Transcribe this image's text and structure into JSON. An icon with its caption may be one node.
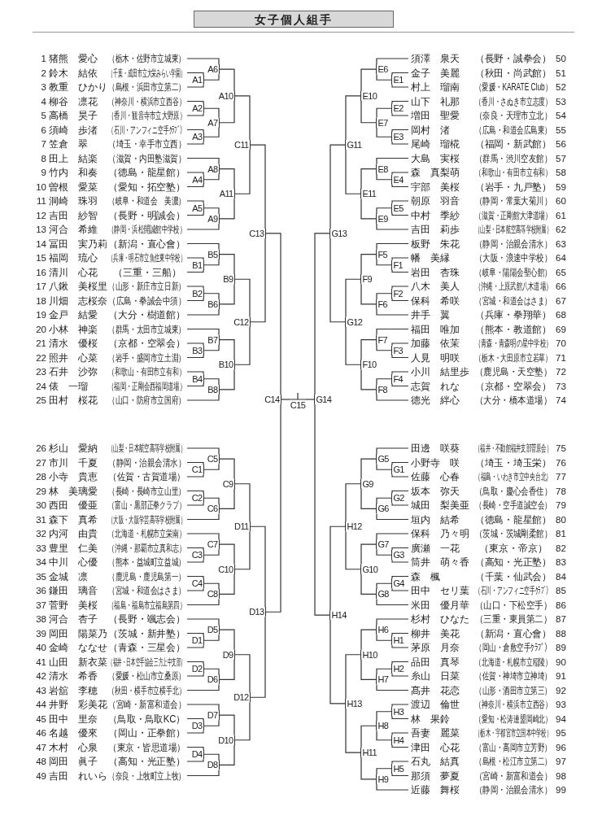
{
  "diagram": {
    "title": "女子個人組手",
    "nodes": [
      {
        "text": [
          "1",
          "猪熊　愛心",
          "（栃木・佐野市立城東）"
        ]
      },
      {
        "text": [
          "2",
          "鈴木　結依",
          "（千葉・成田市立大栄みらい学園）"
        ]
      },
      {
        "text": [
          "3",
          "教重　ひかり",
          "（島根・浜田市立第二）"
        ]
      },
      {
        "text": [
          "4",
          "柳谷　凛花",
          "（神奈川・横浜市立西谷）"
        ]
      },
      {
        "text": [
          "5",
          "高橋　昊子",
          "（香川・観音寺市立大野原）"
        ]
      },
      {
        "text": [
          "6",
          "須崎　歩渚",
          "（石川・アンフィニ空手ｸﾗﾌﾞ）"
        ]
      },
      {
        "text": [
          "7",
          "笠倉　翠",
          "（埼玉・幸手市立西）"
        ]
      },
      {
        "text": [
          "8",
          "田上　結楽",
          "（滋賀・内田塾滋賀）"
        ]
      },
      {
        "text": [
          "9",
          "竹内　和奏",
          "（徳島・龍星館）"
        ]
      },
      {
        "text": [
          "10",
          "曽根　愛菜",
          "（愛知・拓空塾）"
        ]
      },
      {
        "text": [
          "11",
          "洞崎　珠羽",
          "（岐阜・和道会　美濃）"
        ]
      },
      {
        "text": [
          "12",
          "吉田　紗智",
          "（長野・明誠会）"
        ]
      },
      {
        "text": [
          "13",
          "河合　希維",
          "（静岡・浜松開誠館中学校）"
        ]
      },
      {
        "text": [
          "14",
          "冨田　実乃莉",
          "（新潟・直心會）"
        ]
      },
      {
        "text": [
          "15",
          "福岡　琉心",
          "（兵庫・明石市立魚住東中学校）"
        ]
      },
      {
        "text": [
          "16",
          "清川　心花",
          "（三重・三船）"
        ]
      },
      {
        "text": [
          "17",
          "八鍬　美桜里",
          "（山形・新庄市立日新）"
        ]
      },
      {
        "text": [
          "18",
          "川畑　志桜奈",
          "（広島・拳誠会中須）"
        ]
      },
      {
        "text": [
          "19",
          "金戸　結愛",
          "（大分・樹道館）"
        ]
      },
      {
        "text": [
          "20",
          "小林　神楽",
          "（群馬・太田市立城東）"
        ]
      },
      {
        "text": [
          "21",
          "清水　優桜",
          "（京都・空翠会）"
        ]
      },
      {
        "text": [
          "22",
          "照井　心菜",
          "（岩手・盛岡市立土淵）"
        ]
      },
      {
        "text": [
          "23",
          "石井　沙弥",
          "（和歌山・有田市立有和）"
        ]
      },
      {
        "text": [
          "24",
          "俵　一瑠",
          "（福岡・正剛会西福岡道場）"
        ]
      },
      {
        "text": [
          "25",
          "田村　桜花",
          "（山口・防府市立国府）"
        ]
      },
      {
        "text": [
          "26",
          "杉山　愛納",
          "（山梨・日本航空高等学校附属）"
        ]
      },
      {
        "text": [
          "27",
          "市川　千夏",
          "（静岡・治親会清水）"
        ]
      },
      {
        "text": [
          "28",
          "小寺　貴恵",
          "（佐賀・古賀道場）"
        ]
      },
      {
        "text": [
          "29",
          "林　美璃愛",
          "（長崎・長崎市立山里）"
        ]
      },
      {
        "text": [
          "30",
          "西田　優亜",
          "（富山・黒部正拳クラブ）"
        ]
      },
      {
        "text": [
          "31",
          "森下　真希",
          "（大阪・大阪学芸高等学校附属）"
        ]
      },
      {
        "text": [
          "32",
          "内河　由貴",
          "（北海道・札幌市立栄南）"
        ]
      },
      {
        "text": [
          "33",
          "豊里　仁美",
          "（沖縄・那覇市立真和志）"
        ]
      },
      {
        "text": [
          "34",
          "中川　心優",
          "（熊本・益城町立益城）"
        ]
      },
      {
        "text": [
          "35",
          "金城　凛",
          "（鹿児島・鹿児島第一）"
        ]
      },
      {
        "text": [
          "36",
          "鎌田　璃音",
          "（宮城・和道会はさま）"
        ]
      },
      {
        "text": [
          "37",
          "菅野　美桜",
          "（福島・福島市立福島第四）"
        ]
      },
      {
        "text": [
          "38",
          "河合　杏子",
          "（長野・颯志会）"
        ]
      },
      {
        "text": [
          "39",
          "岡田　陽菜乃",
          "（茨城・新井塾）"
        ]
      },
      {
        "text": [
          "40",
          "金崎　ななせ",
          "（青森・三星会）"
        ]
      },
      {
        "text": [
          "41",
          "山田　新衣菜",
          "（福井・日本空手協会三方上中支部）"
        ]
      },
      {
        "text": [
          "42",
          "清水　希香",
          "（愛媛・松山市立桑原）"
        ]
      },
      {
        "text": [
          "43",
          "岩舘　李穂",
          "（秋田・横手市立横手北）"
        ]
      },
      {
        "text": [
          "44",
          "井野　彩美花",
          "（宮崎・新富和道会）"
        ]
      },
      {
        "text": [
          "45",
          "田中　里奈",
          "（鳥取・鳥取KC）"
        ]
      },
      {
        "text": [
          "46",
          "名越　優來",
          "（岡山・正拳館）"
        ]
      },
      {
        "text": [
          "47",
          "木村　心泉",
          "（東京・皆思道場）"
        ]
      },
      {
        "text": [
          "48",
          "岡田　眞子",
          "（高知・光正塾）"
        ]
      },
      {
        "text": [
          "49",
          "吉田　れいら",
          "（奈良・上牧町立上牧）"
        ]
      },
      {
        "text": [
          "須澤　泉天",
          "（長野・誠拳会）",
          "50"
        ]
      },
      {
        "text": [
          "金子　美麗",
          "（秋田・尚武館）",
          "51"
        ]
      },
      {
        "text": [
          "村上　瑠南",
          "（愛媛・KARATE Club）",
          "52"
        ]
      },
      {
        "text": [
          "山下　礼那",
          "（香川・さぬき市立志度）",
          "53"
        ]
      },
      {
        "text": [
          "増田　聖愛",
          "（奈良・天理市立北）",
          "54"
        ]
      },
      {
        "text": [
          "岡村　渚",
          "（広島・和道会広島東）",
          "55"
        ]
      },
      {
        "text": [
          "尾崎　瑠椛",
          "（福岡・新武館）",
          "56"
        ]
      },
      {
        "text": [
          "大島　実桜",
          "（群馬・渋川空友館）",
          "57"
        ]
      },
      {
        "text": [
          "森　真梨萌",
          "（和歌山・有田市立有和）",
          "58"
        ]
      },
      {
        "text": [
          "宇部　美桜",
          "（岩手・九戸塾）",
          "59"
        ]
      },
      {
        "text": [
          "朝原　羽音",
          "（静岡・常葉大菊川）",
          "60"
        ]
      },
      {
        "text": [
          "中村　季紗",
          "（滋賀・正剛館大津道場）",
          "61"
        ]
      },
      {
        "text": [
          "吉田　莉歩",
          "（山梨・日本航空高等学校附属）",
          "62"
        ]
      },
      {
        "text": [
          "板野　朱花",
          "（静岡・治親会清水）",
          "63"
        ]
      },
      {
        "text": [
          "幡　美縁",
          "（大阪・浪速中学校）",
          "64"
        ]
      },
      {
        "text": [
          "岩田　杏珠",
          "（岐阜・陽陽会聖心館）",
          "65"
        ]
      },
      {
        "text": [
          "八木　美人",
          "（沖縄・上原武館八木道場）",
          "66"
        ]
      },
      {
        "text": [
          "保科　希咲",
          "（宮城・和道会はさま）",
          "67"
        ]
      },
      {
        "text": [
          "井手　翼",
          "（兵庫・拳翔華）",
          "68"
        ]
      },
      {
        "text": [
          "福田　唯加",
          "（熊本・教道館）",
          "69"
        ]
      },
      {
        "text": [
          "加藤　依茉",
          "（青森・青森明の星中学校）",
          "70"
        ]
      },
      {
        "text": [
          "人見　明咲",
          "（栃木・大田原市立若草）",
          "71"
        ]
      },
      {
        "text": [
          "小川　結里歩",
          "（鹿児島・天空塾）",
          "72"
        ]
      },
      {
        "text": [
          "志賀　れな",
          "（京都・空翠会）",
          "73"
        ]
      },
      {
        "text": [
          "徳光　絆心",
          "（大分・橋本道場）",
          "74"
        ]
      },
      {
        "text": [
          "田邊　咲葵",
          "（福井・不動館福井支部菅原会）",
          "75"
        ]
      },
      {
        "text": [
          "小野寺　咲",
          "（埼玉・埼玉栄）",
          "76"
        ]
      },
      {
        "text": [
          "佐藤　心春",
          "（福島・いわき市立中央台北）",
          "77"
        ]
      },
      {
        "text": [
          "坂本　弥天",
          "（鳥取・慶心会香住）",
          "78"
        ]
      },
      {
        "text": [
          "城田　梨美亜",
          "（長崎・空手道誠空会）",
          "79"
        ]
      },
      {
        "text": [
          "垣内　結希",
          "（徳島・龍星館）",
          "80"
        ]
      },
      {
        "text": [
          "保科　乃々明",
          "（茨城・茨城剛柔館）",
          "81"
        ]
      },
      {
        "text": [
          "廣瀬　一花",
          "（東京・帝京）",
          "82"
        ]
      },
      {
        "text": [
          "筒井　萌々香",
          "（高知・光正塾）",
          "83"
        ]
      },
      {
        "text": [
          "森　楓",
          "（千葉・仙武会）",
          "84"
        ]
      },
      {
        "text": [
          "田中　セリ葉",
          "（石川・アンフィニ空手ｸﾗﾌﾞ）",
          "85"
        ]
      },
      {
        "text": [
          "米田　優月華",
          "（山口・下松空手）",
          "86"
        ]
      },
      {
        "text": [
          "杉村　ひなた",
          "（三重・東員第二）",
          "87"
        ]
      },
      {
        "text": [
          "柳井　美花",
          "（新潟・直心會）",
          "88"
        ]
      },
      {
        "text": [
          "茅原　月奈",
          "（岡山・倉敷空手ｸﾗﾌﾞ）",
          "89"
        ]
      },
      {
        "text": [
          "品田　真琴",
          "（北海道・札幌市立稲陵）",
          "90"
        ]
      },
      {
        "text": [
          "糸山　日菜",
          "（佐賀・神埼市立神埼）",
          "91"
        ]
      },
      {
        "text": [
          "髙井　花恋",
          "（山形・酒田市立第三）",
          "92"
        ]
      },
      {
        "text": [
          "渡辺　倫世",
          "（神奈川・横浜市立西谷）",
          "93"
        ]
      },
      {
        "text": [
          "林　果鈴",
          "（愛知・松涛連盟岡崎北）",
          "94"
        ]
      },
      {
        "text": [
          "吾妻　麗菜",
          "（栃木・宇都宮市立国本中学校）",
          "95"
        ]
      },
      {
        "text": [
          "津田　心花",
          "（富山・高岡市立芳野）",
          "96"
        ]
      },
      {
        "text": [
          "石丸　結真",
          "（島根・松江市立第二）",
          "97"
        ]
      },
      {
        "text": [
          "那須　夢夏",
          "（宮崎・新富和道会）",
          "98"
        ]
      },
      {
        "text": [
          "近藤　舞桜",
          "（静岡・治親会清水）",
          "99"
        ]
      },
      {
        "text": [
          "A1"
        ]
      },
      {
        "text": [
          "A2"
        ]
      },
      {
        "text": [
          "A3"
        ]
      },
      {
        "text": [
          "A4"
        ]
      },
      {
        "text": [
          "A5"
        ]
      },
      {
        "text": [
          "A6"
        ]
      },
      {
        "text": [
          "A7"
        ]
      },
      {
        "text": [
          "A8"
        ]
      },
      {
        "text": [
          "A9"
        ]
      },
      {
        "text": [
          "A10"
        ]
      },
      {
        "text": [
          "A11"
        ]
      },
      {
        "text": [
          "B1"
        ]
      },
      {
        "text": [
          "B2"
        ]
      },
      {
        "text": [
          "B3"
        ]
      },
      {
        "text": [
          "B4"
        ]
      },
      {
        "text": [
          "B5"
        ]
      },
      {
        "text": [
          "B6"
        ]
      },
      {
        "text": [
          "B7"
        ]
      },
      {
        "text": [
          "B8"
        ]
      },
      {
        "text": [
          "B9"
        ]
      },
      {
        "text": [
          "B10"
        ]
      },
      {
        "text": [
          "C1"
        ]
      },
      {
        "text": [
          "C2"
        ]
      },
      {
        "text": [
          "C3"
        ]
      },
      {
        "text": [
          "C4"
        ]
      },
      {
        "text": [
          "C5"
        ]
      },
      {
        "text": [
          "C6"
        ]
      },
      {
        "text": [
          "C7"
        ]
      },
      {
        "text": [
          "C8"
        ]
      },
      {
        "text": [
          "C9"
        ]
      },
      {
        "text": [
          "C10"
        ]
      },
      {
        "text": [
          "C11"
        ]
      },
      {
        "text": [
          "C12"
        ]
      },
      {
        "text": [
          "C13"
        ]
      },
      {
        "text": [
          "C14"
        ]
      },
      {
        "text": [
          "C15"
        ]
      },
      {
        "text": [
          "D1"
        ]
      },
      {
        "text": [
          "D2"
        ]
      },
      {
        "text": [
          "D3"
        ]
      },
      {
        "text": [
          "D4"
        ]
      },
      {
        "text": [
          "D5"
        ]
      },
      {
        "text": [
          "D6"
        ]
      },
      {
        "text": [
          "D7"
        ]
      },
      {
        "text": [
          "D8"
        ]
      },
      {
        "text": [
          "D9"
        ]
      },
      {
        "text": [
          "D10"
        ]
      },
      {
        "text": [
          "D11"
        ]
      },
      {
        "text": [
          "D12"
        ]
      },
      {
        "text": [
          "D13"
        ]
      },
      {
        "text": [
          "E1"
        ]
      },
      {
        "text": [
          "E2"
        ]
      },
      {
        "text": [
          "E3"
        ]
      },
      {
        "text": [
          "E4"
        ]
      },
      {
        "text": [
          "E5"
        ]
      },
      {
        "text": [
          "E6"
        ]
      },
      {
        "text": [
          "E7"
        ]
      },
      {
        "text": [
          "E8"
        ]
      },
      {
        "text": [
          "E9"
        ]
      },
      {
        "text": [
          "E10"
        ]
      },
      {
        "text": [
          "E11"
        ]
      },
      {
        "text": [
          "F1"
        ]
      },
      {
        "text": [
          "F2"
        ]
      },
      {
        "text": [
          "F3"
        ]
      },
      {
        "text": [
          "F4"
        ]
      },
      {
        "text": [
          "F5"
        ]
      },
      {
        "text": [
          "F6"
        ]
      },
      {
        "text": [
          "F7"
        ]
      },
      {
        "text": [
          "F8"
        ]
      },
      {
        "text": [
          "F9"
        ]
      },
      {
        "text": [
          "F10"
        ]
      },
      {
        "text": [
          "G1"
        ]
      },
      {
        "text": [
          "G2"
        ]
      },
      {
        "text": [
          "G3"
        ]
      },
      {
        "text": [
          "G4"
        ]
      },
      {
        "text": [
          "G5"
        ]
      },
      {
        "text": [
          "G6"
        ]
      },
      {
        "text": [
          "G7"
        ]
      },
      {
        "text": [
          "G8"
        ]
      },
      {
        "text": [
          "G9"
        ]
      },
      {
        "text": [
          "G10"
        ]
      },
      {
        "text": [
          "G11"
        ]
      },
      {
        "text": [
          "G12"
        ]
      },
      {
        "text": [
          "G13"
        ]
      },
      {
        "text": [
          "G14"
        ]
      },
      {
        "text": [
          "H1"
        ]
      },
      {
        "text": [
          "H2"
        ]
      },
      {
        "text": [
          "H3"
        ]
      },
      {
        "text": [
          "H4"
        ]
      },
      {
        "text": [
          "H5"
        ]
      },
      {
        "text": [
          "H6"
        ]
      },
      {
        "text": [
          "H7"
        ]
      },
      {
        "text": [
          "H8"
        ]
      },
      {
        "text": [
          "H9"
        ]
      },
      {
        "text": [
          "H10"
        ]
      },
      {
        "text": [
          "H11"
        ]
      },
      {
        "text": [
          "H12"
        ]
      },
      {
        "text": [
          "H13"
        ]
      },
      {
        "text": [
          "H14"
        ]
      }
    ],
    "edges": [
      {
        "from": 0,
        "to": 104,
        "arrow": "none"
      },
      {
        "from": 1,
        "to": 99,
        "arrow": "none"
      },
      {
        "from": 2,
        "to": 99,
        "arrow": "none"
      },
      {
        "from": 3,
        "to": 100,
        "arrow": "none"
      },
      {
        "from": 4,
        "to": 100,
        "arrow": "none"
      },
      {
        "from": 5,
        "to": 101,
        "arrow": "none"
      },
      {
        "from": 6,
        "to": 101,
        "arrow": "none"
      },
      {
        "from": 7,
        "to": 106,
        "arrow": "none"
      },
      {
        "from": 8,
        "to": 102,
        "arrow": "none"
      },
      {
        "from": 9,
        "to": 102,
        "arrow": "none"
      },
      {
        "from": 10,
        "to": 103,
        "arrow": "none"
      },
      {
        "from": 11,
        "to": 103,
        "arrow": "none"
      },
      {
        "from": 12,
        "to": 107,
        "arrow": "none"
      },
      {
        "from": 99,
        "to": 104,
        "arrow": "none"
      },
      {
        "from": 100,
        "to": 105,
        "arrow": "none"
      },
      {
        "from": 101,
        "to": 105,
        "arrow": "none"
      },
      {
        "from": 102,
        "to": 106,
        "arrow": "none"
      },
      {
        "from": 103,
        "to": 107,
        "arrow": "none"
      },
      {
        "from": 104,
        "to": 108,
        "arrow": "none"
      },
      {
        "from": 105,
        "to": 108,
        "arrow": "none"
      },
      {
        "from": 106,
        "to": 109,
        "arrow": "none"
      },
      {
        "from": 107,
        "to": 109,
        "arrow": "none"
      },
      {
        "from": 108,
        "to": 130,
        "arrow": "none"
      },
      {
        "from": 109,
        "to": 130,
        "arrow": "none"
      },
      {
        "from": 13,
        "to": 114,
        "arrow": "none"
      },
      {
        "from": 14,
        "to": 110,
        "arrow": "none"
      },
      {
        "from": 15,
        "to": 110,
        "arrow": "none"
      },
      {
        "from": 16,
        "to": 111,
        "arrow": "none"
      },
      {
        "from": 17,
        "to": 111,
        "arrow": "none"
      },
      {
        "from": 18,
        "to": 115,
        "arrow": "none"
      },
      {
        "from": 19,
        "to": 116,
        "arrow": "none"
      },
      {
        "from": 20,
        "to": 112,
        "arrow": "none"
      },
      {
        "from": 21,
        "to": 112,
        "arrow": "none"
      },
      {
        "from": 22,
        "to": 113,
        "arrow": "none"
      },
      {
        "from": 23,
        "to": 113,
        "arrow": "none"
      },
      {
        "from": 24,
        "to": 117,
        "arrow": "none"
      },
      {
        "from": 110,
        "to": 114,
        "arrow": "none"
      },
      {
        "from": 111,
        "to": 115,
        "arrow": "none"
      },
      {
        "from": 112,
        "to": 116,
        "arrow": "none"
      },
      {
        "from": 113,
        "to": 117,
        "arrow": "none"
      },
      {
        "from": 114,
        "to": 118,
        "arrow": "none"
      },
      {
        "from": 115,
        "to": 118,
        "arrow": "none"
      },
      {
        "from": 116,
        "to": 119,
        "arrow": "none"
      },
      {
        "from": 117,
        "to": 119,
        "arrow": "none"
      },
      {
        "from": 118,
        "to": 131,
        "arrow": "none"
      },
      {
        "from": 119,
        "to": 131,
        "arrow": "none"
      },
      {
        "from": 130,
        "to": 132,
        "arrow": "none"
      },
      {
        "from": 131,
        "to": 132,
        "arrow": "none"
      },
      {
        "from": 132,
        "to": 133,
        "arrow": "none"
      },
      {
        "from": 25,
        "to": 124,
        "arrow": "none"
      },
      {
        "from": 26,
        "to": 120,
        "arrow": "none"
      },
      {
        "from": 27,
        "to": 120,
        "arrow": "none"
      },
      {
        "from": 28,
        "to": 121,
        "arrow": "none"
      },
      {
        "from": 29,
        "to": 121,
        "arrow": "none"
      },
      {
        "from": 30,
        "to": 125,
        "arrow": "none"
      },
      {
        "from": 31,
        "to": 126,
        "arrow": "none"
      },
      {
        "from": 32,
        "to": 122,
        "arrow": "none"
      },
      {
        "from": 33,
        "to": 122,
        "arrow": "none"
      },
      {
        "from": 34,
        "to": 123,
        "arrow": "none"
      },
      {
        "from": 35,
        "to": 123,
        "arrow": "none"
      },
      {
        "from": 36,
        "to": 127,
        "arrow": "none"
      },
      {
        "from": 120,
        "to": 124,
        "arrow": "none"
      },
      {
        "from": 121,
        "to": 125,
        "arrow": "none"
      },
      {
        "from": 122,
        "to": 126,
        "arrow": "none"
      },
      {
        "from": 123,
        "to": 127,
        "arrow": "none"
      },
      {
        "from": 124,
        "to": 128,
        "arrow": "none"
      },
      {
        "from": 125,
        "to": 128,
        "arrow": "none"
      },
      {
        "from": 126,
        "to": 129,
        "arrow": "none"
      },
      {
        "from": 127,
        "to": 129,
        "arrow": "none"
      },
      {
        "from": 128,
        "to": 145,
        "arrow": "none"
      },
      {
        "from": 129,
        "to": 145,
        "arrow": "none"
      },
      {
        "from": 37,
        "to": 139,
        "arrow": "none"
      },
      {
        "from": 38,
        "to": 135,
        "arrow": "none"
      },
      {
        "from": 39,
        "to": 135,
        "arrow": "none"
      },
      {
        "from": 40,
        "to": 136,
        "arrow": "none"
      },
      {
        "from": 41,
        "to": 136,
        "arrow": "none"
      },
      {
        "from": 42,
        "to": 140,
        "arrow": "none"
      },
      {
        "from": 43,
        "to": 141,
        "arrow": "none"
      },
      {
        "from": 44,
        "to": 137,
        "arrow": "none"
      },
      {
        "from": 45,
        "to": 137,
        "arrow": "none"
      },
      {
        "from": 46,
        "to": 138,
        "arrow": "none"
      },
      {
        "from": 47,
        "to": 138,
        "arrow": "none"
      },
      {
        "from": 48,
        "to": 142,
        "arrow": "none"
      },
      {
        "from": 135,
        "to": 139,
        "arrow": "none"
      },
      {
        "from": 136,
        "to": 140,
        "arrow": "none"
      },
      {
        "from": 137,
        "to": 141,
        "arrow": "none"
      },
      {
        "from": 138,
        "to": 142,
        "arrow": "none"
      },
      {
        "from": 139,
        "to": 143,
        "arrow": "none"
      },
      {
        "from": 140,
        "to": 143,
        "arrow": "none"
      },
      {
        "from": 141,
        "to": 144,
        "arrow": "none"
      },
      {
        "from": 142,
        "to": 144,
        "arrow": "none"
      },
      {
        "from": 143,
        "to": 146,
        "arrow": "none"
      },
      {
        "from": 144,
        "to": 146,
        "arrow": "none"
      },
      {
        "from": 145,
        "to": 147,
        "arrow": "none"
      },
      {
        "from": 146,
        "to": 147,
        "arrow": "none"
      },
      {
        "from": 147,
        "to": 133,
        "arrow": "none"
      },
      {
        "from": 133,
        "to": 134,
        "arrow": "none"
      },
      {
        "from": 49,
        "to": 153,
        "arrow": "none"
      },
      {
        "from": 50,
        "to": 148,
        "arrow": "none"
      },
      {
        "from": 51,
        "to": 148,
        "arrow": "none"
      },
      {
        "from": 52,
        "to": 149,
        "arrow": "none"
      },
      {
        "from": 53,
        "to": 149,
        "arrow": "none"
      },
      {
        "from": 54,
        "to": 150,
        "arrow": "none"
      },
      {
        "from": 55,
        "to": 150,
        "arrow": "none"
      },
      {
        "from": 56,
        "to": 155,
        "arrow": "none"
      },
      {
        "from": 57,
        "to": 151,
        "arrow": "none"
      },
      {
        "from": 58,
        "to": 151,
        "arrow": "none"
      },
      {
        "from": 59,
        "to": 152,
        "arrow": "none"
      },
      {
        "from": 60,
        "to": 152,
        "arrow": "none"
      },
      {
        "from": 61,
        "to": 156,
        "arrow": "none"
      },
      {
        "from": 148,
        "to": 153,
        "arrow": "none"
      },
      {
        "from": 149,
        "to": 154,
        "arrow": "none"
      },
      {
        "from": 150,
        "to": 154,
        "arrow": "none"
      },
      {
        "from": 151,
        "to": 155,
        "arrow": "none"
      },
      {
        "from": 152,
        "to": 156,
        "arrow": "none"
      },
      {
        "from": 153,
        "to": 157,
        "arrow": "none"
      },
      {
        "from": 154,
        "to": 157,
        "arrow": "none"
      },
      {
        "from": 155,
        "to": 158,
        "arrow": "none"
      },
      {
        "from": 156,
        "to": 158,
        "arrow": "none"
      },
      {
        "from": 157,
        "to": 179,
        "arrow": "none"
      },
      {
        "from": 158,
        "to": 179,
        "arrow": "none"
      },
      {
        "from": 62,
        "to": 163,
        "arrow": "none"
      },
      {
        "from": 63,
        "to": 159,
        "arrow": "none"
      },
      {
        "from": 64,
        "to": 159,
        "arrow": "none"
      },
      {
        "from": 65,
        "to": 160,
        "arrow": "none"
      },
      {
        "from": 66,
        "to": 160,
        "arrow": "none"
      },
      {
        "from": 67,
        "to": 164,
        "arrow": "none"
      },
      {
        "from": 68,
        "to": 165,
        "arrow": "none"
      },
      {
        "from": 69,
        "to": 161,
        "arrow": "none"
      },
      {
        "from": 70,
        "to": 161,
        "arrow": "none"
      },
      {
        "from": 71,
        "to": 162,
        "arrow": "none"
      },
      {
        "from": 72,
        "to": 162,
        "arrow": "none"
      },
      {
        "from": 73,
        "to": 166,
        "arrow": "none"
      },
      {
        "from": 159,
        "to": 163,
        "arrow": "none"
      },
      {
        "from": 160,
        "to": 164,
        "arrow": "none"
      },
      {
        "from": 161,
        "to": 165,
        "arrow": "none"
      },
      {
        "from": 162,
        "to": 166,
        "arrow": "none"
      },
      {
        "from": 163,
        "to": 167,
        "arrow": "none"
      },
      {
        "from": 164,
        "to": 167,
        "arrow": "none"
      },
      {
        "from": 165,
        "to": 168,
        "arrow": "none"
      },
      {
        "from": 166,
        "to": 168,
        "arrow": "none"
      },
      {
        "from": 167,
        "to": 180,
        "arrow": "none"
      },
      {
        "from": 168,
        "to": 180,
        "arrow": "none"
      },
      {
        "from": 179,
        "to": 181,
        "arrow": "none"
      },
      {
        "from": 180,
        "to": 181,
        "arrow": "none"
      },
      {
        "from": 181,
        "to": 182,
        "arrow": "none"
      },
      {
        "from": 74,
        "to": 173,
        "arrow": "none"
      },
      {
        "from": 75,
        "to": 169,
        "arrow": "none"
      },
      {
        "from": 76,
        "to": 169,
        "arrow": "none"
      },
      {
        "from": 77,
        "to": 170,
        "arrow": "none"
      },
      {
        "from": 78,
        "to": 170,
        "arrow": "none"
      },
      {
        "from": 79,
        "to": 174,
        "arrow": "none"
      },
      {
        "from": 80,
        "to": 175,
        "arrow": "none"
      },
      {
        "from": 81,
        "to": 171,
        "arrow": "none"
      },
      {
        "from": 82,
        "to": 171,
        "arrow": "none"
      },
      {
        "from": 83,
        "to": 172,
        "arrow": "none"
      },
      {
        "from": 84,
        "to": 172,
        "arrow": "none"
      },
      {
        "from": 85,
        "to": 176,
        "arrow": "none"
      },
      {
        "from": 169,
        "to": 173,
        "arrow": "none"
      },
      {
        "from": 170,
        "to": 174,
        "arrow": "none"
      },
      {
        "from": 171,
        "to": 175,
        "arrow": "none"
      },
      {
        "from": 172,
        "to": 176,
        "arrow": "none"
      },
      {
        "from": 173,
        "to": 177,
        "arrow": "none"
      },
      {
        "from": 174,
        "to": 177,
        "arrow": "none"
      },
      {
        "from": 175,
        "to": 178,
        "arrow": "none"
      },
      {
        "from": 176,
        "to": 178,
        "arrow": "none"
      },
      {
        "from": 177,
        "to": 194,
        "arrow": "none"
      },
      {
        "from": 178,
        "to": 194,
        "arrow": "none"
      },
      {
        "from": 86,
        "to": 188,
        "arrow": "none"
      },
      {
        "from": 87,
        "to": 183,
        "arrow": "none"
      },
      {
        "from": 88,
        "to": 183,
        "arrow": "none"
      },
      {
        "from": 89,
        "to": 184,
        "arrow": "none"
      },
      {
        "from": 90,
        "to": 184,
        "arrow": "none"
      },
      {
        "from": 91,
        "to": 189,
        "arrow": "none"
      },
      {
        "from": 92,
        "to": 185,
        "arrow": "none"
      },
      {
        "from": 93,
        "to": 185,
        "arrow": "none"
      },
      {
        "from": 94,
        "to": 186,
        "arrow": "none"
      },
      {
        "from": 95,
        "to": 186,
        "arrow": "none"
      },
      {
        "from": 96,
        "to": 187,
        "arrow": "none"
      },
      {
        "from": 97,
        "to": 187,
        "arrow": "none"
      },
      {
        "from": 98,
        "to": 191,
        "arrow": "none"
      },
      {
        "from": 183,
        "to": 188,
        "arrow": "none"
      },
      {
        "from": 184,
        "to": 189,
        "arrow": "none"
      },
      {
        "from": 185,
        "to": 190,
        "arrow": "none"
      },
      {
        "from": 186,
        "to": 190,
        "arrow": "none"
      },
      {
        "from": 187,
        "to": 191,
        "arrow": "none"
      },
      {
        "from": 188,
        "to": 192,
        "arrow": "none"
      },
      {
        "from": 189,
        "to": 192,
        "arrow": "none"
      },
      {
        "from": 190,
        "to": 193,
        "arrow": "none"
      },
      {
        "from": 191,
        "to": 193,
        "arrow": "none"
      },
      {
        "from": 192,
        "to": 195,
        "arrow": "none"
      },
      {
        "from": 193,
        "to": 195,
        "arrow": "none"
      },
      {
        "from": 194,
        "to": 196,
        "arrow": "none"
      },
      {
        "from": 195,
        "to": 196,
        "arrow": "none"
      },
      {
        "from": 196,
        "to": 182,
        "arrow": "none"
      },
      {
        "from": 182,
        "to": 134,
        "arrow": "none"
      }
    ]
  }
}
